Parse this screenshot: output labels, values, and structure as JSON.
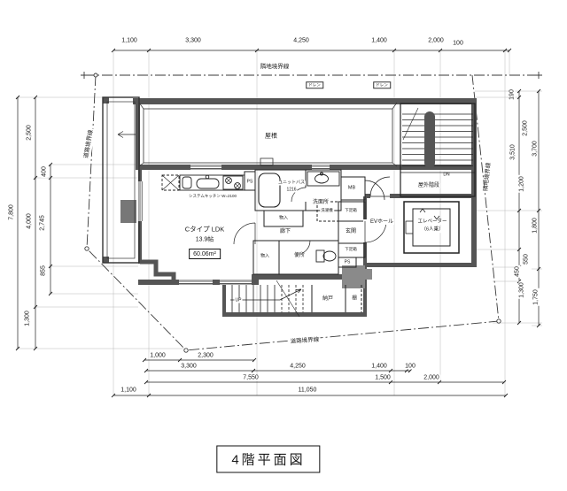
{
  "title": "4階平面図",
  "boundaries": {
    "top": "隣地境界線",
    "right": "隣地境界線",
    "left": "道路境界線",
    "bottom": "道路境界線"
  },
  "dims": {
    "top": [
      "1,100",
      "3,300",
      "4,250",
      "1,400",
      "2,000",
      "100"
    ],
    "left": [
      "7,800",
      "2,500",
      "4,000",
      "1,300",
      "400",
      "2,745",
      "855"
    ],
    "right": [
      "190",
      "2,500",
      "3,510",
      "3,700",
      "1,200",
      "1,800",
      "550",
      "450",
      "1,300",
      "1,750"
    ],
    "bottom1": [
      "1,000",
      "2,300"
    ],
    "bottom2": [
      "3,300",
      "4,250",
      "1,400",
      "100"
    ],
    "bottom3": [
      "7,550",
      "1,500",
      "2,000"
    ],
    "bottom4": [
      "1,100",
      "11,050"
    ]
  },
  "labels": {
    "roof": "屋根",
    "outdoor_stair": "屋外階段",
    "dn": "DN",
    "up": "UP",
    "ev_hall": "EVホール",
    "elevator": "エレベーター",
    "elevator_capacity": "（6人乗）",
    "mb": "MB",
    "washroom": "洗面所",
    "unit_bath": "ユニットバス",
    "unit_bath_size": "1216",
    "ldk_type": "Cタイプ LDK",
    "ldk_tatami": "13.9帖",
    "ldk_area": "60.06m²",
    "kitchen": "システムキッチン W=2100",
    "ps1": "PS",
    "ps2": "PS",
    "closet1": "物入",
    "closet2": "物入",
    "corridor": "廊下",
    "toilet": "便所",
    "entrance": "玄関",
    "shoebox1": "下足箱",
    "shoebox2": "下足箱",
    "washer": "洗濯機",
    "storage": "納戸",
    "shelf": "棚",
    "drain1": "ドレン",
    "drain2": "ドレン"
  }
}
